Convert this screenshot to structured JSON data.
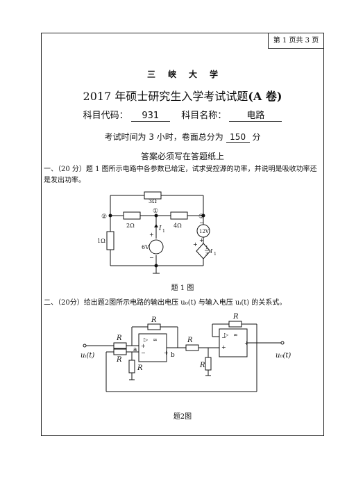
{
  "page_indicator": "第 1 页共 3 页",
  "university": "三峡大学",
  "exam_title_main": "2017 年硕士研究生入学考试试题",
  "exam_title_paper": "(A 卷)",
  "subject_code_label": "科目代码：",
  "subject_code": "931",
  "subject_name_label": "科目名称：",
  "subject_name": "电路",
  "time_text_prefix": "考试时间为 3 小时，卷面总分为",
  "total_score": "150",
  "score_unit": "分",
  "answer_notice": "答案必须写在答题纸上",
  "question1": {
    "text": "一、（20 分）题 1 图所示电路中各参数已给定，试求受控源的功率，并说明是吸收功率还是发出功率。",
    "caption": "题 1 图",
    "labels": {
      "r_top": "3Ω",
      "r_left_top": "2Ω",
      "r_right_top": "4Ω",
      "r_left": "1Ω",
      "node1": "①",
      "node2": "②",
      "node3": "③",
      "current": "I",
      "current_sub": "1",
      "v6_plus": "+",
      "v6": "6V",
      "v6_minus": "−",
      "v12_minus": "−",
      "v12": "12V",
      "v12_plus": "+",
      "dep_plus": "+",
      "dep_frac_num": "1",
      "dep_frac_den": "3",
      "dep_var": "I",
      "dep_sub": "1"
    }
  },
  "question2": {
    "text": "二、（20分）给出题2图所示电路的输出电压 u₀(t) 与输入电压 uᵢ(t) 的关系式。",
    "caption": "题2图",
    "labels": {
      "r": "R",
      "node_a": "a",
      "node_b": "b",
      "infinity": "∞",
      "triangle": "▷",
      "plus": "+",
      "minus": "−",
      "input": "uᵢ(t)",
      "output": "u₀(t)"
    }
  }
}
